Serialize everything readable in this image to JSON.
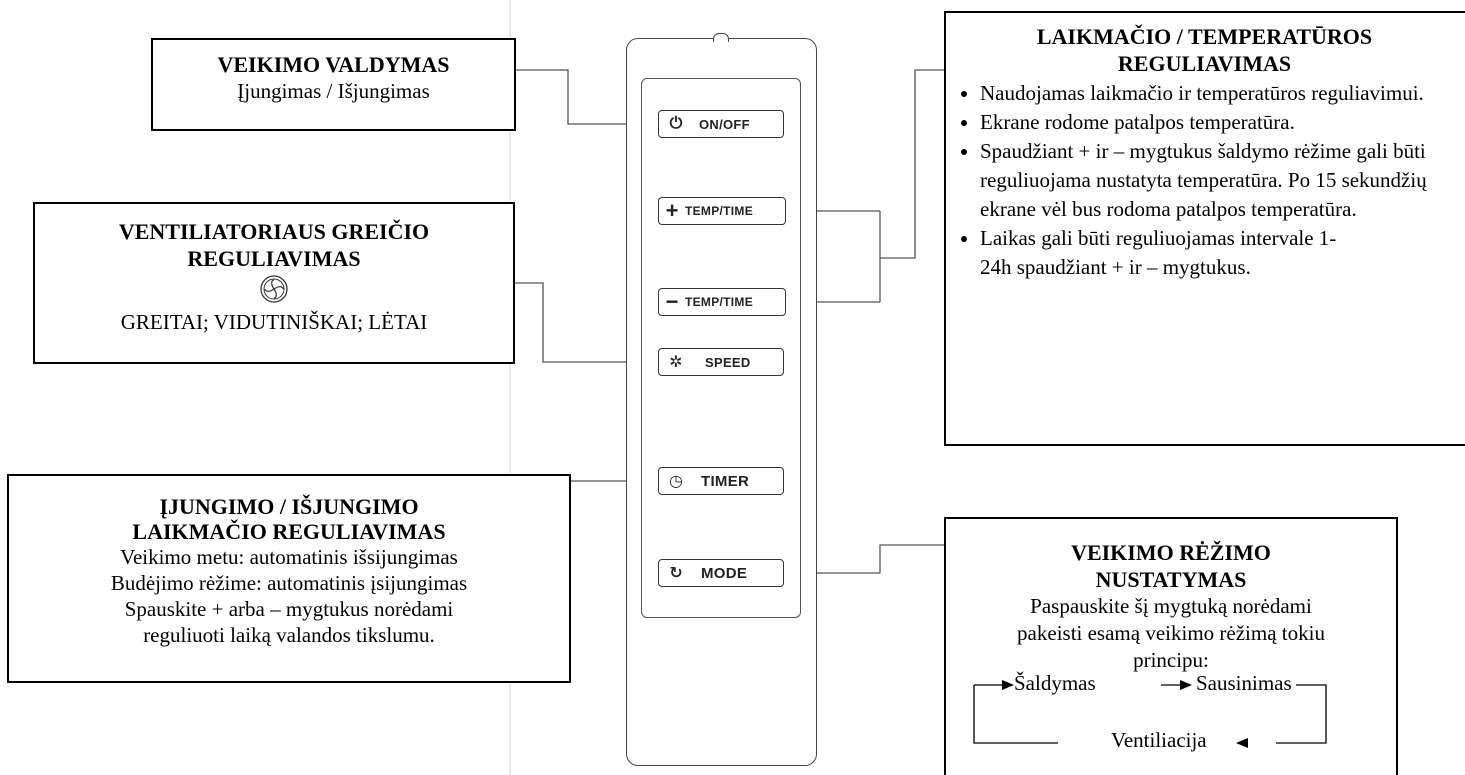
{
  "remote": {
    "buttons": [
      {
        "icon": "power-icon",
        "glyph": "⏻",
        "label": "ON/OFF"
      },
      {
        "icon": "plus-icon",
        "glyph": "+",
        "label": "TEMP/TIME"
      },
      {
        "icon": "minus-icon",
        "glyph": "−",
        "label": "TEMP/TIME"
      },
      {
        "icon": "fan-icon",
        "glyph": "✲",
        "label": "SPEED"
      },
      {
        "icon": "clock-icon",
        "glyph": "◷",
        "label": "TIMER"
      },
      {
        "icon": "mode-icon",
        "glyph": "↻",
        "label": "MODE"
      }
    ]
  },
  "box_power": {
    "title": "VEIKIMO VALDYMAS",
    "text": "Įjungimas / Išjungimas"
  },
  "box_fan": {
    "title": "VENTILIATORIAUS GREIČIO REGULIAVIMAS",
    "text": "GREITAI; VIDUTINIŠKAI; LĖTAI"
  },
  "box_timer": {
    "title": "ĮJUNGIMO / IŠJUNGIMO LAIKMAČIO REGULIAVIMAS",
    "lines": [
      "Veikimo metu: automatinis išsijungimas",
      "Budėjimo rėžime: automatinis įsijungimas",
      "Spauskite + arba – mygtukus norėdami",
      "reguliuoti laiką valandos tikslumu."
    ]
  },
  "box_temp": {
    "title": "LAIKMAČIO / TEMPERATŪROS REGULIAVIMAS",
    "items": [
      "Naudojamas laikmačio ir temperatūros reguliavimui.",
      "Ekrane rodome patalpos temperatūra.",
      "Spaudžiant + ir – mygtukus šaldymo rėžime gali būti reguliuojama nustatyta temperatūra. Po 15 sekundžių ekrane vėl bus rodoma patalpos temperatūra.",
      "Laikas gali būti reguliuojamas intervale 1-24h spaudžiant + ir – mygtukus."
    ]
  },
  "box_mode": {
    "title": "VEIKIMO RĖŽIMO NUSTATYMAS",
    "text": "Paspauskite šį mygtuką norėdami pakeisti esamą veikimo rėžimą tokiu principu:",
    "cycle": [
      "Šaldymas",
      "Sausinimas",
      "Ventiliacija"
    ]
  }
}
